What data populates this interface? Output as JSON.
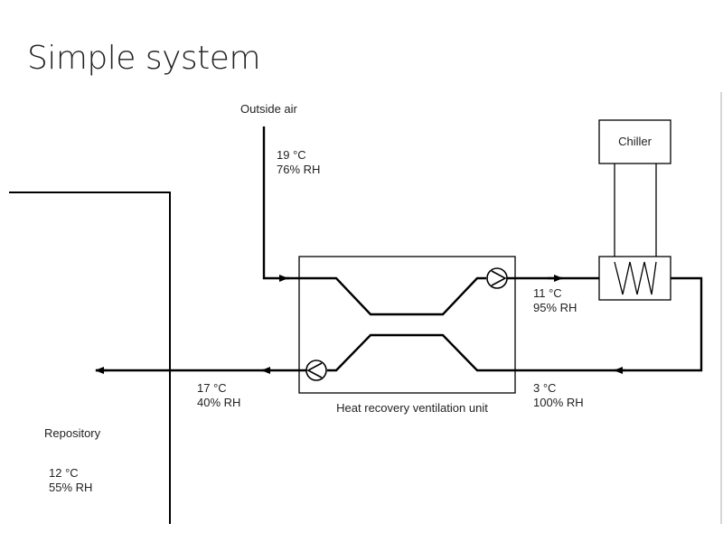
{
  "slide": {
    "title": "Simple system"
  },
  "labels": {
    "outside_air": "Outside air",
    "chiller": "Chiller",
    "hrv_unit": "Heat recovery ventilation unit",
    "repository": "Repository"
  },
  "readings": {
    "outside_temp": "19 °C",
    "outside_rh": "76% RH",
    "after_hrv_temp": "11 °C",
    "after_hrv_rh": "95% RH",
    "after_chiller_temp": "3 °C",
    "after_chiller_rh": "100% RH",
    "supply_temp": "17 °C",
    "supply_rh": "40% RH",
    "repository_temp": "12 °C",
    "repository_rh": "55% RH"
  },
  "icons": {
    "fan_1": "fan-icon",
    "fan_2": "fan-icon",
    "coil": "cooling-coil-icon"
  },
  "colors": {
    "line": "#000000",
    "text": "#222222",
    "box_stroke": "#000000",
    "divider": "#c8c8c8"
  }
}
